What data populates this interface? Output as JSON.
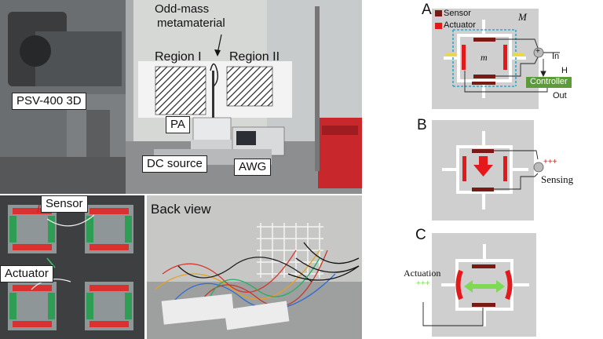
{
  "photos": {
    "setup_labels": {
      "instrument": "PSV-400 3D",
      "metamaterial_line1": "Odd-mass",
      "metamaterial_line2": "metamaterial",
      "region1": "Region I",
      "region2": "Region II",
      "pa": "PA",
      "dc_source": "DC source",
      "awg": "AWG"
    },
    "closeup_labels": {
      "sensor": "Sensor",
      "actuator": "Actuator"
    },
    "back_labels": {
      "title": "Back view"
    }
  },
  "schematic": {
    "panel_a": {
      "letter": "A",
      "legend_sensor": "Sensor",
      "legend_actuator": "Actuator",
      "big_mass": "M",
      "small_mass": "m",
      "plus": "+",
      "in": "In",
      "h": "H",
      "controller": "Controller",
      "out": "Out"
    },
    "panel_b": {
      "letter": "B",
      "plus_signs": "+++",
      "sensing": "Sensing"
    },
    "panel_c": {
      "letter": "C",
      "actuation": "Actuation",
      "plus_signs": "+++"
    },
    "colors": {
      "sensor": "#7a1a14",
      "actuator": "#e3191c",
      "controller": "#5c9a3a",
      "plate": "#cfcfcf",
      "arrow_green": "#7ed957"
    }
  }
}
